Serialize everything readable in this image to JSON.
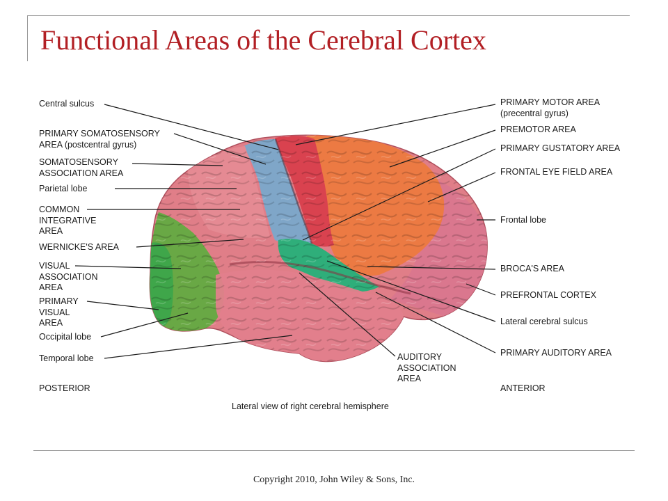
{
  "title": "Functional Areas of the Cerebral Cortex",
  "labels_left": {
    "central_sulcus": "Central sulcus",
    "primary_somatosensory": "PRIMARY SOMATOSENSORY\nAREA (postcentral gyrus)",
    "somatosensory_association": "SOMATOSENSORY\nASSOCIATION AREA",
    "parietal_lobe": "Parietal lobe",
    "common_integrative": "COMMON\nINTEGRATIVE\nAREA",
    "wernickes": "WERNICKE'S AREA",
    "visual_association": "VISUAL\nASSOCIATION\nAREA",
    "primary_visual": "PRIMARY\nVISUAL\nAREA",
    "occipital_lobe": "Occipital lobe",
    "temporal_lobe": "Temporal lobe",
    "posterior": "POSTERIOR"
  },
  "labels_right": {
    "primary_motor": "PRIMARY MOTOR AREA\n(precentral gyrus)",
    "premotor": "PREMOTOR AREA",
    "primary_gustatory": "PRIMARY GUSTATORY AREA",
    "frontal_eye_field": "FRONTAL EYE FIELD AREA",
    "frontal_lobe": "Frontal lobe",
    "brocas": "BROCA'S AREA",
    "prefrontal_cortex": "PREFRONTAL CORTEX",
    "lateral_cerebral_sulcus": "Lateral cerebral sulcus",
    "primary_auditory": "PRIMARY AUDITORY AREA",
    "anterior": "ANTERIOR"
  },
  "labels_bottom": {
    "auditory_association": "AUDITORY\nASSOCIATION\nAREA"
  },
  "caption": "Lateral view of right cerebral hemisphere",
  "copyright": "Copyright 2010, John Wiley & Sons, Inc.",
  "colors": {
    "title": "#b21f24",
    "cortex_pink": "#e07e88",
    "motor_red": "#d9424f",
    "somatosensory_blue": "#7fa6c8",
    "premotor_orange": "#ec7a43",
    "visual_green": "#69a845",
    "primary_visual_green": "#3fa64a",
    "auditory_teal": "#2fae7a",
    "leader_line": "#1a1a1a"
  }
}
